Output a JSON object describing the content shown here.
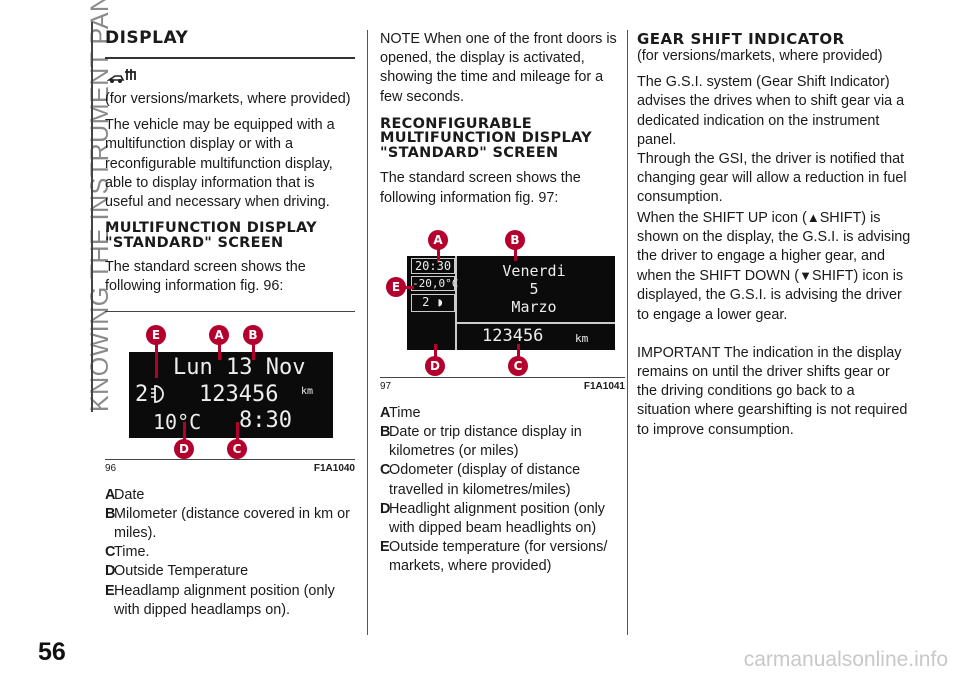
{
  "side_title": "KNOWING THE INSTRUMENT PANEL",
  "page_number": "56",
  "watermark": "carmanualsonline.info",
  "col1": {
    "heading": "DISPLAY",
    "icon": "car-display-icon",
    "availability": "(for versions/markets, where provided)",
    "intro": "The vehicle may be equipped with a multifunction display or with a reconfigurable multifunction display, able to display information that is useful and necessary when driving.",
    "subheading": "MULTIFUNCTION DISPLAY \"STANDARD\" SCREEN",
    "body": "The standard screen shows the following information fig. 96:",
    "figure": {
      "number": "96",
      "code": "F1A1040",
      "lcd_line1": "Lun 13 Nov",
      "lcd_line2": "123456",
      "lcd_km": "km",
      "lcd_temp": "10°C",
      "lcd_time": "8:30",
      "lcd_level": "2"
    },
    "legend": [
      {
        "key": "A",
        "text": "Date"
      },
      {
        "key": "B",
        "text": "Milometer (distance covered in km or miles)."
      },
      {
        "key": "C",
        "text": "Time."
      },
      {
        "key": "D",
        "text": "Outside Temperature"
      },
      {
        "key": "E",
        "text": "Headlamp alignment position (only with dipped headlamps on)."
      }
    ]
  },
  "col2": {
    "note": "NOTE When one of the front doors is opened, the display is activated, showing the time and mileage for a few seconds.",
    "subheading": "RECONFIGURABLE MULTIFUNCTION DISPLAY \"STANDARD\" SCREEN",
    "body": "The standard screen shows the following information fig. 97:",
    "figure": {
      "number": "97",
      "code": "F1A1041",
      "lcd_time": "20:30",
      "lcd_temp": "-20,0°C",
      "lcd_level": "2",
      "lcd_day": "Venerdi",
      "lcd_date": "5",
      "lcd_month": "Marzo",
      "lcd_odo": "123456",
      "lcd_km": "km"
    },
    "legend": [
      {
        "key": "A",
        "text": "Time"
      },
      {
        "key": "B",
        "text": "Date or trip distance display in kilometres (or miles)"
      },
      {
        "key": "C",
        "text": "Odometer (display of distance travelled in kilometres/miles)"
      },
      {
        "key": "D",
        "text": "Headlight alignment position (only with dipped beam headlights on)"
      },
      {
        "key": "E",
        "text": "Outside temperature (for versions/ markets, where provided)"
      }
    ]
  },
  "col3": {
    "heading": "GEAR SHIFT INDICATOR",
    "availability": "(for versions/markets, where provided)",
    "p1": "The G.S.I. system (Gear Shift Indicator) advises the drives when to shift gear via a dedicated indication on the instrument panel.",
    "p2": "Through the GSI, the driver is notified that changing gear will allow a reduction in fuel consumption.",
    "p3_a": "When the SHIFT UP icon (",
    "p3_b": "SHIFT) is shown on the display, the G.S.I. is advising the driver to engage a higher gear, and when the SHIFT DOWN (",
    "p3_c": "SHIFT) icon is displayed, the G.S.I. is advising the driver to engage a lower gear.",
    "important": "IMPORTANT The indication in the display remains on until the driver shifts gear or the driving conditions go back to a situation where gearshifting is not required to improve consumption."
  },
  "callout_labels": {
    "A": "A",
    "B": "B",
    "C": "C",
    "D": "D",
    "E": "E"
  }
}
